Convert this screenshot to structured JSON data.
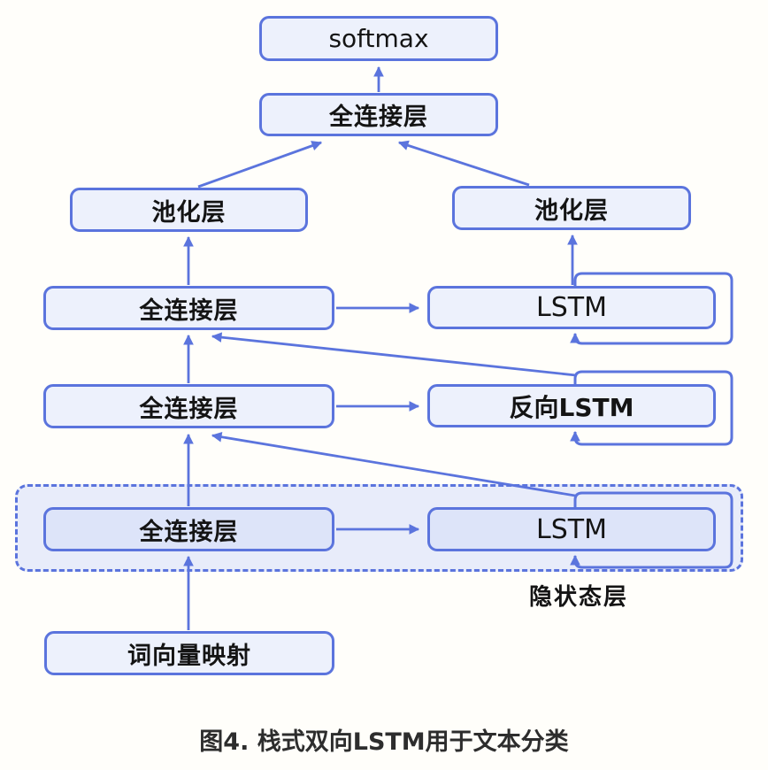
{
  "diagram": {
    "nodes": {
      "softmax": "softmax",
      "fc_top": "全连接层",
      "pool_left": "池化层",
      "pool_right": "池化层",
      "fc_upper": "全连接层",
      "lstm_upper": "LSTM",
      "fc_mid": "全连接层",
      "backward_lstm": "反向LSTM",
      "fc_hidden": "全连接层",
      "lstm_hidden": "LSTM",
      "word_embedding": "词向量映射"
    },
    "hidden_state_label": "隐状态层",
    "caption": "图4. 栈式双向LSTM用于文本分类",
    "edges": [
      {
        "from": "word_embedding",
        "to": "fc_hidden"
      },
      {
        "from": "fc_hidden",
        "to": "lstm_hidden"
      },
      {
        "from": "lstm_hidden",
        "to": "lstm_hidden",
        "type": "recurrent"
      },
      {
        "from": "fc_hidden",
        "to": "fc_mid"
      },
      {
        "from": "lstm_hidden",
        "to": "fc_mid"
      },
      {
        "from": "fc_mid",
        "to": "backward_lstm"
      },
      {
        "from": "backward_lstm",
        "to": "backward_lstm",
        "type": "recurrent"
      },
      {
        "from": "fc_mid",
        "to": "fc_upper"
      },
      {
        "from": "backward_lstm",
        "to": "fc_upper"
      },
      {
        "from": "fc_upper",
        "to": "lstm_upper"
      },
      {
        "from": "lstm_upper",
        "to": "lstm_upper",
        "type": "recurrent"
      },
      {
        "from": "fc_upper",
        "to": "pool_left"
      },
      {
        "from": "lstm_upper",
        "to": "pool_right"
      },
      {
        "from": "pool_left",
        "to": "fc_top"
      },
      {
        "from": "pool_right",
        "to": "fc_top"
      },
      {
        "from": "fc_top",
        "to": "softmax"
      }
    ],
    "colors": {
      "stroke": "#5b74dd",
      "box_fill": "#edf1fc",
      "container_fill": "#e8ecfa",
      "inner_fill": "#dde4f9",
      "caption": "#2d2d2d",
      "background": "#fffefa"
    }
  }
}
